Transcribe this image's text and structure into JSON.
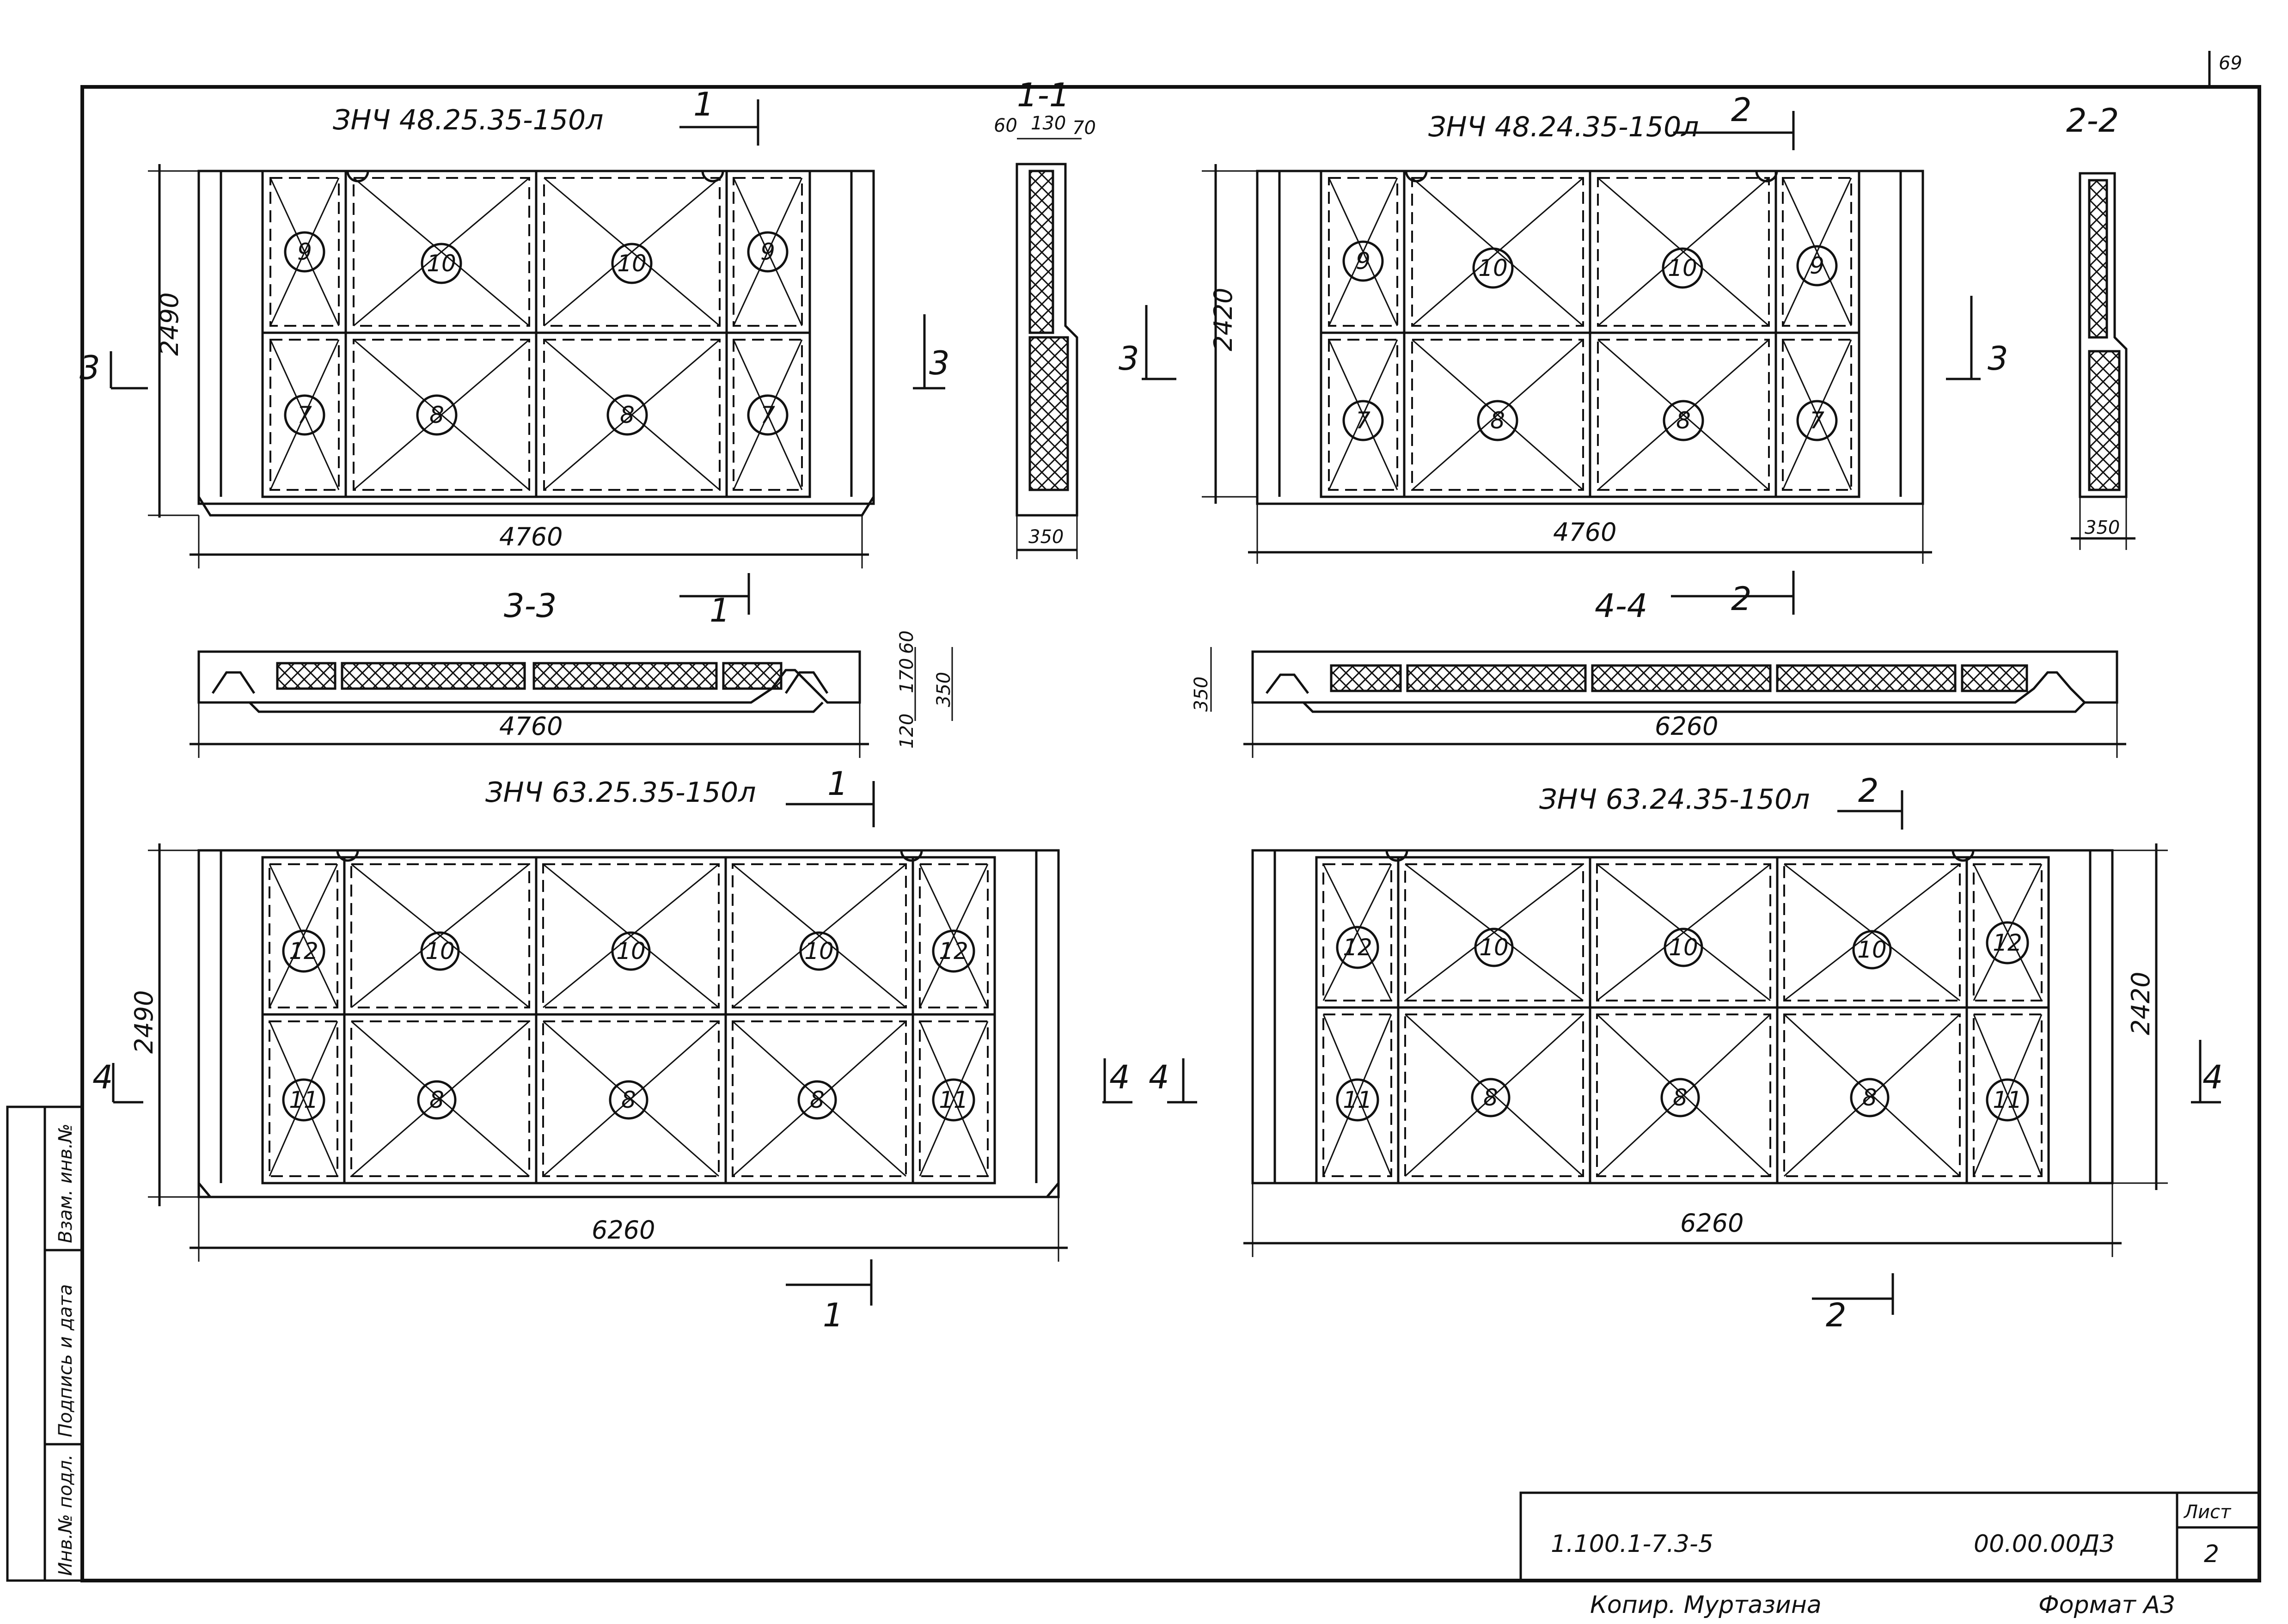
{
  "sheet": {
    "page_corner_number": "69",
    "title_block": {
      "doc_code": "1.100.1-7.3-5",
      "drawing_code": "00.00.00Д3",
      "sheet_label": "Лист",
      "sheet_number": "2"
    },
    "footer": {
      "copied_by": "Копир. Муртазина",
      "format": "Формат А3"
    },
    "side_stamp": {
      "cells": [
        "Инв.№ подл.",
        "Подпись и дата",
        "Взам. инв.№"
      ]
    }
  },
  "views": {
    "panel_a": {
      "title": "ЗНЧ 48.25.35-150л",
      "cut_mark": "1",
      "height_dim": "2490",
      "width_dim": "4760",
      "side_cut": "3",
      "top_row_labels": [
        "9",
        "10",
        "10",
        "9"
      ],
      "bottom_row_labels": [
        "7",
        "8",
        "8",
        "7"
      ]
    },
    "panel_b": {
      "title": "ЗНЧ 48.24.35-150л",
      "cut_mark": "2",
      "height_dim": "2420",
      "width_dim": "4760",
      "side_cut": "3",
      "top_row_labels": [
        "9",
        "10",
        "10",
        "9"
      ],
      "bottom_row_labels": [
        "7",
        "8",
        "8",
        "7"
      ]
    },
    "panel_c": {
      "title": "ЗНЧ 63.25.35-150л",
      "cut_mark": "1",
      "height_dim": "2490",
      "width_dim": "6260",
      "side_cut": "4",
      "top_row_labels": [
        "12",
        "10",
        "10",
        "10",
        "12"
      ],
      "bottom_row_labels": [
        "11",
        "8",
        "8",
        "8",
        "11"
      ]
    },
    "panel_d": {
      "title": "ЗНЧ 63.24.35-150л",
      "cut_mark": "2",
      "height_dim": "2420",
      "width_dim": "6260",
      "side_cut": "4",
      "top_row_labels": [
        "12",
        "10",
        "10",
        "10",
        "12"
      ],
      "bottom_row_labels": [
        "11",
        "8",
        "8",
        "8",
        "11"
      ]
    },
    "section_1_1": {
      "title": "1-1",
      "dims_top": [
        "60",
        "130",
        "70"
      ],
      "dim_bottom": "350"
    },
    "section_2_2": {
      "title": "2-2",
      "dim_bottom": "350"
    },
    "section_3_3": {
      "title": "3-3",
      "cut_mark": "1",
      "width_dim": "4760",
      "dims_right": [
        "60",
        "170",
        "120",
        "350"
      ]
    },
    "section_4_4": {
      "title": "4-4",
      "cut_mark": "2",
      "width_dim": "6260",
      "dim_left": "350"
    }
  }
}
